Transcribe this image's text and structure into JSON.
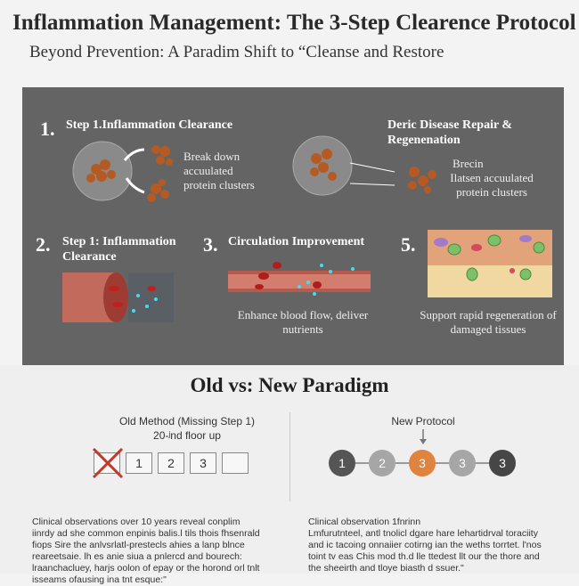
{
  "header": {
    "title": "Inflammation Management: The 3-Step Clearence Protocol",
    "subtitle": "Beyond Prevention: A Paradim Shift to “Cleanse and Restore"
  },
  "panel": {
    "step1": {
      "number": "1.",
      "title": "Step 1.Inflammation Clearance",
      "desc": "Break down accuulated protein clusters"
    },
    "step4": {
      "title": "Deric Disease Repair & Regenenation",
      "desc_line1": "Brecin",
      "desc_line2": "Ilatsen accuulated",
      "desc_line3": "protein clusters"
    },
    "step2": {
      "number": "2.",
      "title": "Step 1: Inflammation Clearance"
    },
    "step3": {
      "number": "3.",
      "title": "Circulation Improvement",
      "desc": "Enhance blood flow, deliver nutrients"
    },
    "step5": {
      "number": "5.",
      "desc": "Support rapid regeneration of damaged tissues"
    }
  },
  "comparison": {
    "title": "Old vs: New Paradigm",
    "old": {
      "label": "Old Method (Missing Step 1)",
      "sublabel": "20-ʲnd floor up",
      "boxes": [
        "",
        "1",
        "2",
        "3",
        ""
      ]
    },
    "new": {
      "label": "New Protocol",
      "steps": [
        {
          "label": "1",
          "color": "#555555"
        },
        {
          "label": "2",
          "color": "#a6a6a6"
        },
        {
          "label": "3",
          "color": "#e0833f"
        },
        {
          "label": "3",
          "color": "#a6a6a6"
        },
        {
          "label": "3",
          "color": "#464646"
        }
      ]
    }
  },
  "notes": {
    "left": "Clinical observations over 10 years reveal conplim iinrdy ad she common enpinis balis.l tils thois fhsenrald fiops Sire the anlvsrlatl-prestecls ahies a lanp blnce reareetsaie. lh es anie siua a pnlercd and bourech: lraanchacluey, harjs oolon of epay or the horond orl tnlt isseams ofausing ina tnt esque:\"",
    "right_title": "Clinical observation 1fnrinn",
    "right": "Lmfurutnteel, antl tnolicl dgare hare lehartidrval toraciity and ic tacoing onnaiier cotirng ian the weths torrtet. l'nos toint tv eas Chis mod th.d lle ttedest llt our the thore and the sheeirth and tloye biasth d ssuer.\""
  }
}
